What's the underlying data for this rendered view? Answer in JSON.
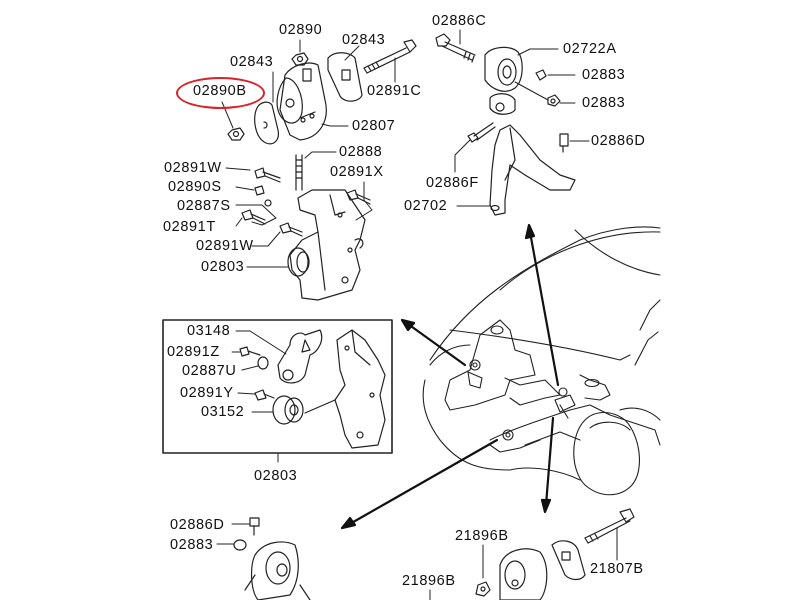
{
  "diagram": {
    "highlight_color": "#d8232a",
    "highlighted_part": "02890B",
    "groups": {
      "front_mount": {
        "labels": {
          "p02890": "02890",
          "p02843_top": "02843",
          "p02843_left": "02843",
          "p02890B": "02890B",
          "p02891C": "02891C",
          "p02807": "02807",
          "p02888": "02888",
          "p02891W_a": "02891W",
          "p02891X": "02891X",
          "p02890S": "02890S",
          "p02887S": "02887S",
          "p02891T": "02891T",
          "p02891W_b": "02891W",
          "p02803": "02803"
        }
      },
      "right_mount": {
        "labels": {
          "p02886C": "02886C",
          "p02722A": "02722A",
          "p02883_a": "02883",
          "p02883_b": "02883",
          "p02886D": "02886D",
          "p02886F": "02886F",
          "p02702": "02702"
        }
      },
      "boxed_bracket": {
        "labels": {
          "p03148": "03148",
          "p02891Z": "02891Z",
          "p02887U": "02887U",
          "p02891Y": "02891Y",
          "p03152": "03152",
          "p02803_box": "02803"
        }
      },
      "lower_left_mount": {
        "labels": {
          "p02886D": "02886D",
          "p02883": "02883"
        }
      },
      "lower_right_mount": {
        "labels": {
          "p21896B_a": "21896B",
          "p21896B_b": "21896B",
          "p21807B": "21807B"
        }
      }
    }
  }
}
